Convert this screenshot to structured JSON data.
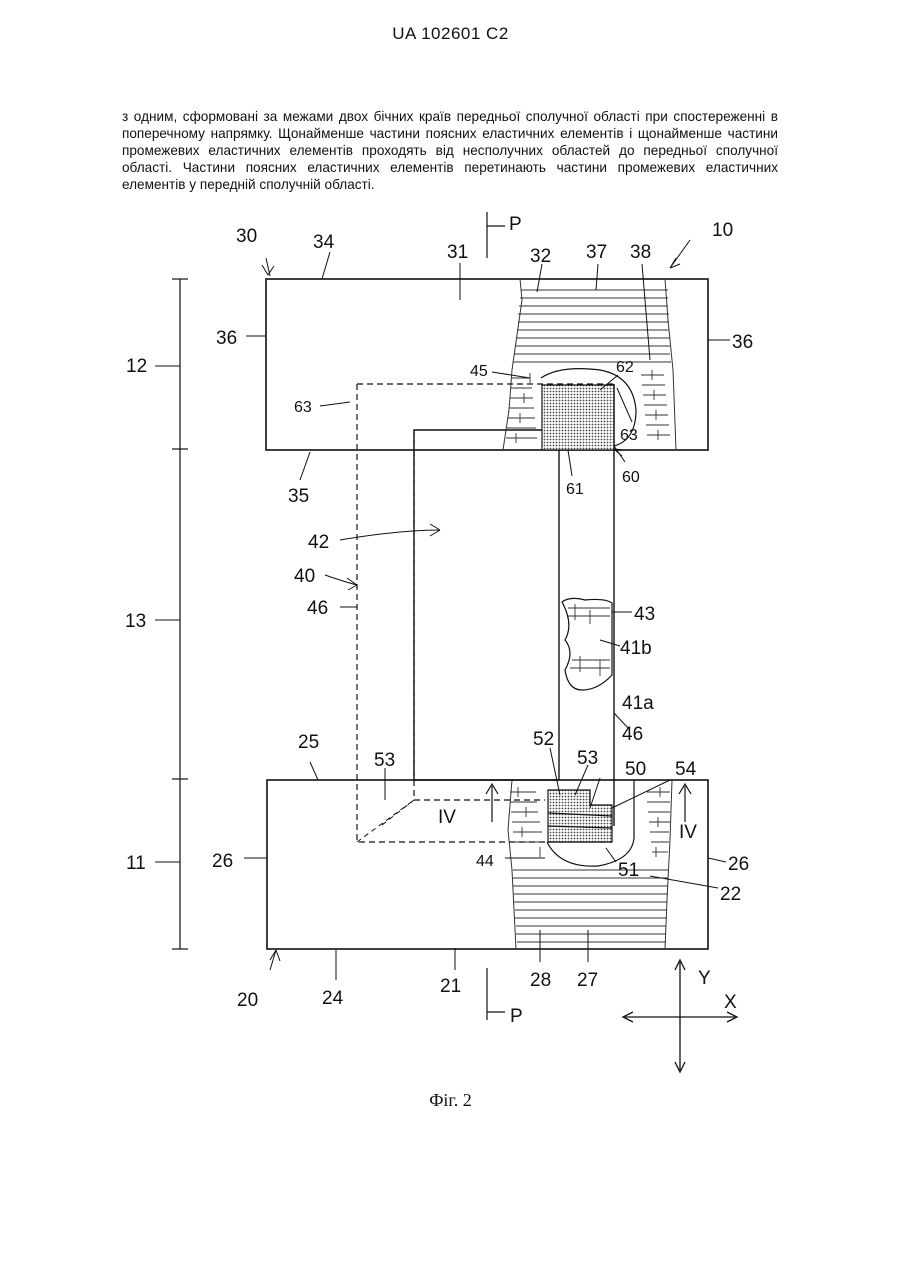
{
  "header": {
    "patent_number": "UA   102601   C2"
  },
  "body_text": "з одним, сформовані за межами двох бічних країв передньої сполучної області при спостереженні в поперечному напрямку. Щонайменше частини поясних еластичних елементів і щонайменше частини промежевих еластичних елементів проходять від несполучних областей до передньої сполучної області. Частини поясних еластичних елементів перетинають частини промежевих еластичних елементів у передній сполучній області.",
  "figure": {
    "caption": "Фіг. 2",
    "labels": {
      "l10": "10",
      "l11": "11",
      "l12": "12",
      "l13": "13",
      "l20": "20",
      "l21": "21",
      "l22": "22",
      "l24": "24",
      "l25": "25",
      "l26a": "26",
      "l26b": "26",
      "l27": "27",
      "l28": "28",
      "l30": "30",
      "l31": "31",
      "l32": "32",
      "l34": "34",
      "l35": "35",
      "l36a": "36",
      "l36b": "36",
      "l37": "37",
      "l38": "38",
      "l40": "40",
      "l41a": "41a",
      "l41b": "41b",
      "l42": "42",
      "l43": "43",
      "l44": "44",
      "l45": "45",
      "l46a": "46",
      "l46b": "46",
      "l50": "50",
      "l51": "51",
      "l52": "52",
      "l53a": "53",
      "l53b": "53",
      "l54": "54",
      "l60": "60",
      "l61": "61",
      "l62": "62",
      "l63a": "63",
      "l63b": "63",
      "pTop": "P",
      "pBottom": "P",
      "ivLeft": "IV",
      "ivRight": "IV",
      "axisX": "X",
      "axisY": "Y"
    }
  }
}
